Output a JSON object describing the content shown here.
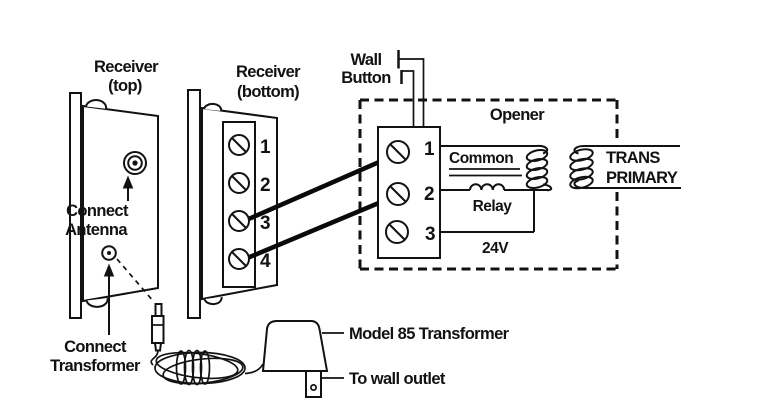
{
  "diagram": {
    "receiver_top": {
      "title_line1": "Receiver",
      "title_line2": "(top)"
    },
    "receiver_bottom": {
      "title_line1": "Receiver",
      "title_line2": "(bottom)",
      "terminals": [
        "1",
        "2",
        "3",
        "4"
      ]
    },
    "wall_button": {
      "label_line1": "Wall",
      "label_line2": "Button"
    },
    "opener": {
      "title": "Opener",
      "terminals": [
        "1",
        "2",
        "3"
      ],
      "common_label": "Common",
      "relay_label": "Relay",
      "voltage_label": "24V"
    },
    "transformer_winding": {
      "label_line1": "TRANS",
      "label_line2": "PRIMARY"
    },
    "callouts": {
      "connect_antenna_line1": "Connect",
      "connect_antenna_line2": "Antenna",
      "connect_transformer_line1": "Connect",
      "connect_transformer_line2": "Transformer",
      "model_transformer": "Model 85 Transformer",
      "to_wall_outlet": "To wall outlet"
    },
    "colors": {
      "line": "#121212",
      "background": "#ffffff"
    }
  }
}
